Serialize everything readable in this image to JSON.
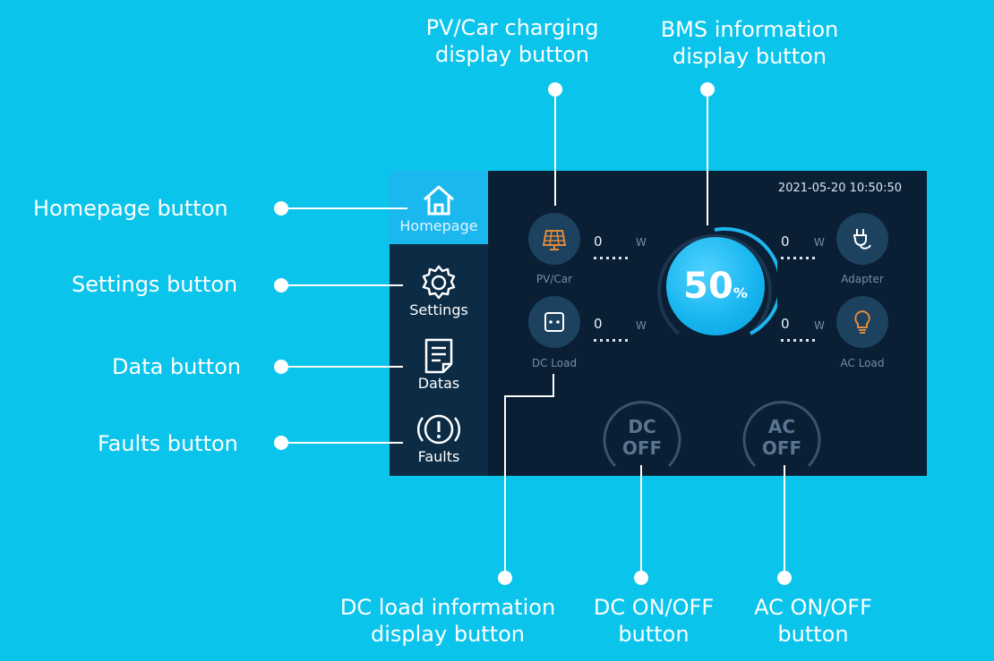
{
  "callouts": {
    "pv_car": [
      "PV/Car charging",
      "display button"
    ],
    "bms": [
      "BMS information",
      "display button"
    ],
    "homepage": "Homepage button",
    "settings": "Settings button",
    "data": "Data button",
    "faults": "Faults button",
    "dc_load": [
      "DC load information",
      "display button"
    ],
    "dc_onoff": [
      "DC ON/OFF",
      "button"
    ],
    "ac_onoff": [
      "AC ON/OFF",
      "button"
    ]
  },
  "sidebar": {
    "items": [
      {
        "label": "Homepage",
        "icon": "home-icon",
        "active": true
      },
      {
        "label": "Settings",
        "icon": "gear-icon",
        "active": false
      },
      {
        "label": "Datas",
        "icon": "document-icon",
        "active": false
      },
      {
        "label": "Faults",
        "icon": "alert-icon",
        "active": false
      }
    ]
  },
  "status": {
    "datetime": "2021-05-20 10:50:50"
  },
  "ports": {
    "pv_car": {
      "label": "PV/Car",
      "value": "0",
      "unit": "W",
      "icon": "solar-panel-icon"
    },
    "dc_load": {
      "label": "DC Load",
      "value": "0",
      "unit": "W",
      "icon": "dc-socket-icon"
    },
    "adapter": {
      "label": "Adapter",
      "value": "0",
      "unit": "W",
      "icon": "plug-icon"
    },
    "ac_load": {
      "label": "AC Load",
      "value": "0",
      "unit": "W",
      "icon": "bulb-icon"
    }
  },
  "bms": {
    "percent": "50",
    "unit": "%",
    "level": 0.5
  },
  "controls": {
    "dc": {
      "line1": "DC",
      "line2": "OFF"
    },
    "ac": {
      "line1": "AC",
      "line2": "OFF"
    }
  },
  "colors": {
    "background": "#0ac4ec",
    "screen": "#0a1e34",
    "accent": "#1bb8ef",
    "icon_orange": "#e28a3a"
  }
}
